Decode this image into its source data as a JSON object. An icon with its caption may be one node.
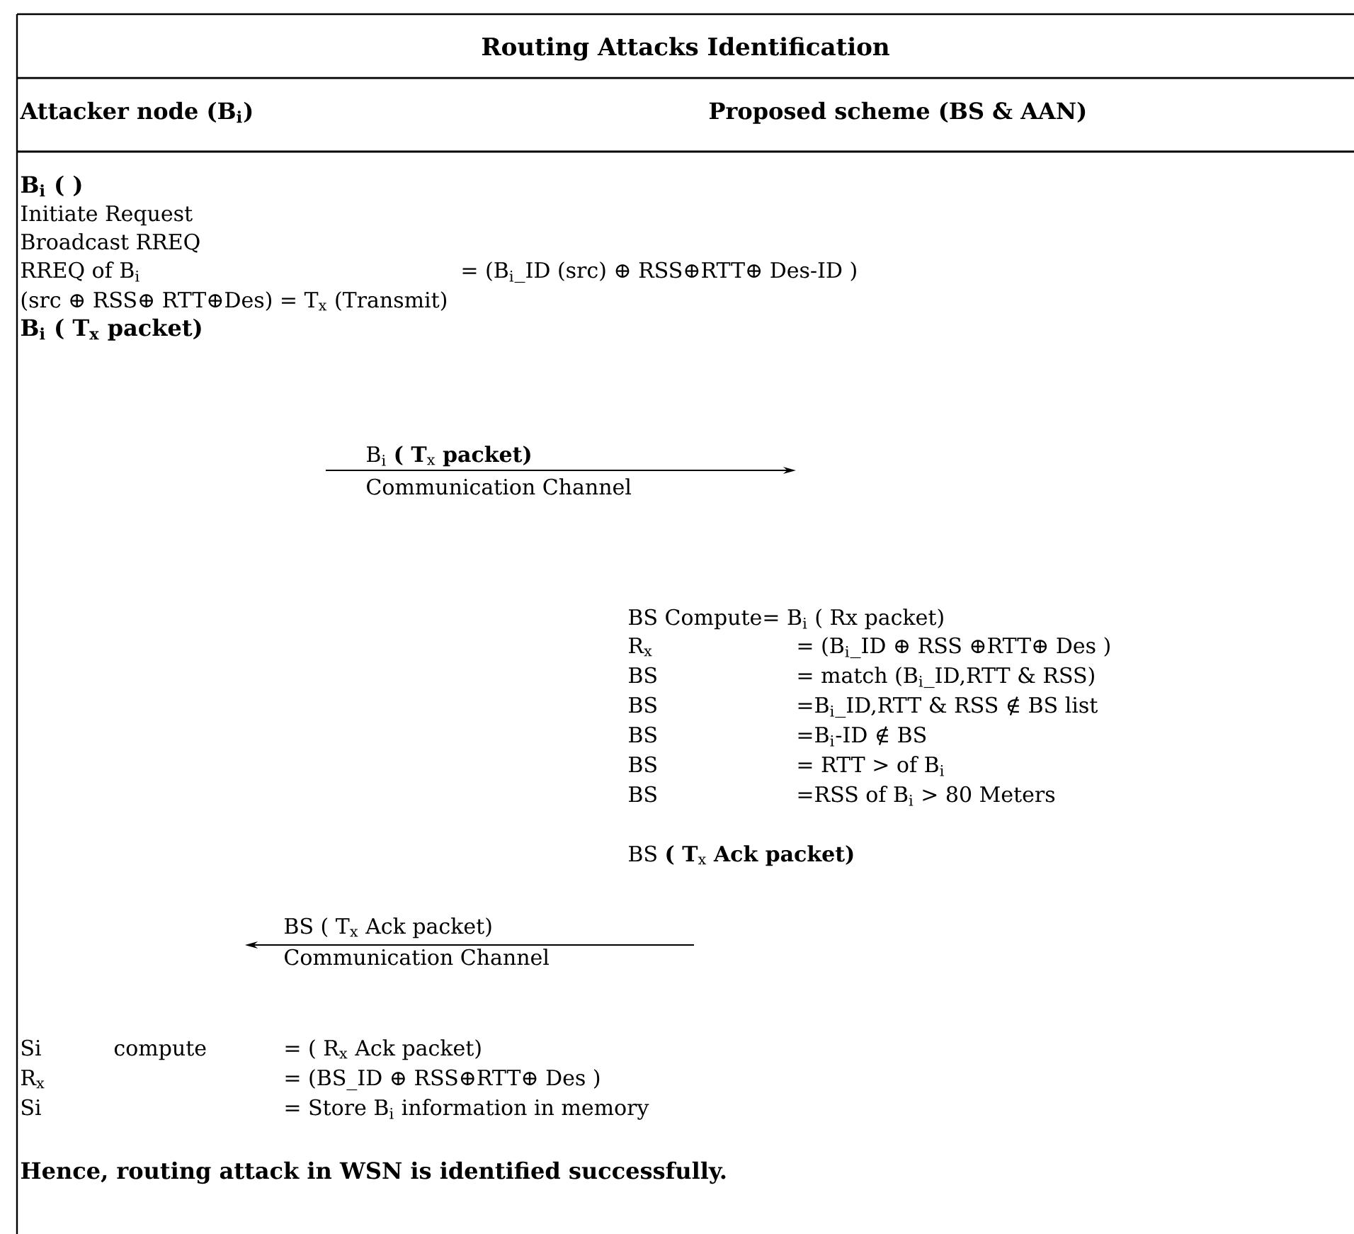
{
  "diagram": {
    "title": "Routing  Attacks Identification",
    "labels": [
      "Attacker node (B$_{i}$)",
      "Proposed scheme (BS & AAN)",
      "B$_{i}$ ( )",
      "Initiate Request",
      "Broadcast RREQ",
      "RREQ  of B$_{i}$",
      "= (B$_{i}$_ID (src) ⊕ RSS⊕RTT⊕ Des-ID )",
      "(src ⊕ RSS⊕ RTT⊕Des) = T$_{x}$ (Transmit)",
      "B$_{i}$ ( T$_{x}$ packet)",
      "B$_{i}$ **( T**$_{x}$ **packet)**",
      "Communication Channel",
      "BS Compute= B$_{i}$ ( Rx packet)",
      "R$_{x}$",
      "= (B$_{i}$_ID ⊕ RSS ⊕RTT⊕ Des )",
      "BS",
      "= match (B$_{i}$_ID,RTT & RSS)",
      "BS",
      "=B$_{i}$_ID,RTT & RSS ∉ BS list",
      "BS",
      "=B$_{i}$-ID ∉ BS",
      "BS",
      "= RTT > of B$_{i}$",
      "BS",
      "=RSS of B$_{i}$ > 80 Meters",
      "BS **( T**$_{x}$ **Ack packet)**",
      "BS ( T$_{x}$ Ack packet)",
      "Communication Channel",
      "Si",
      "compute",
      "= ( R$_{x}$ Ack packet)",
      "R$_{x}$",
      "= (BS_ID ⊕ RSS⊕RTT⊕ Des )",
      "Si",
      "= Store B$_{i}$ information in memory",
      "Hence,  routing attack in WSN is identified successfully."
    ]
  }
}
